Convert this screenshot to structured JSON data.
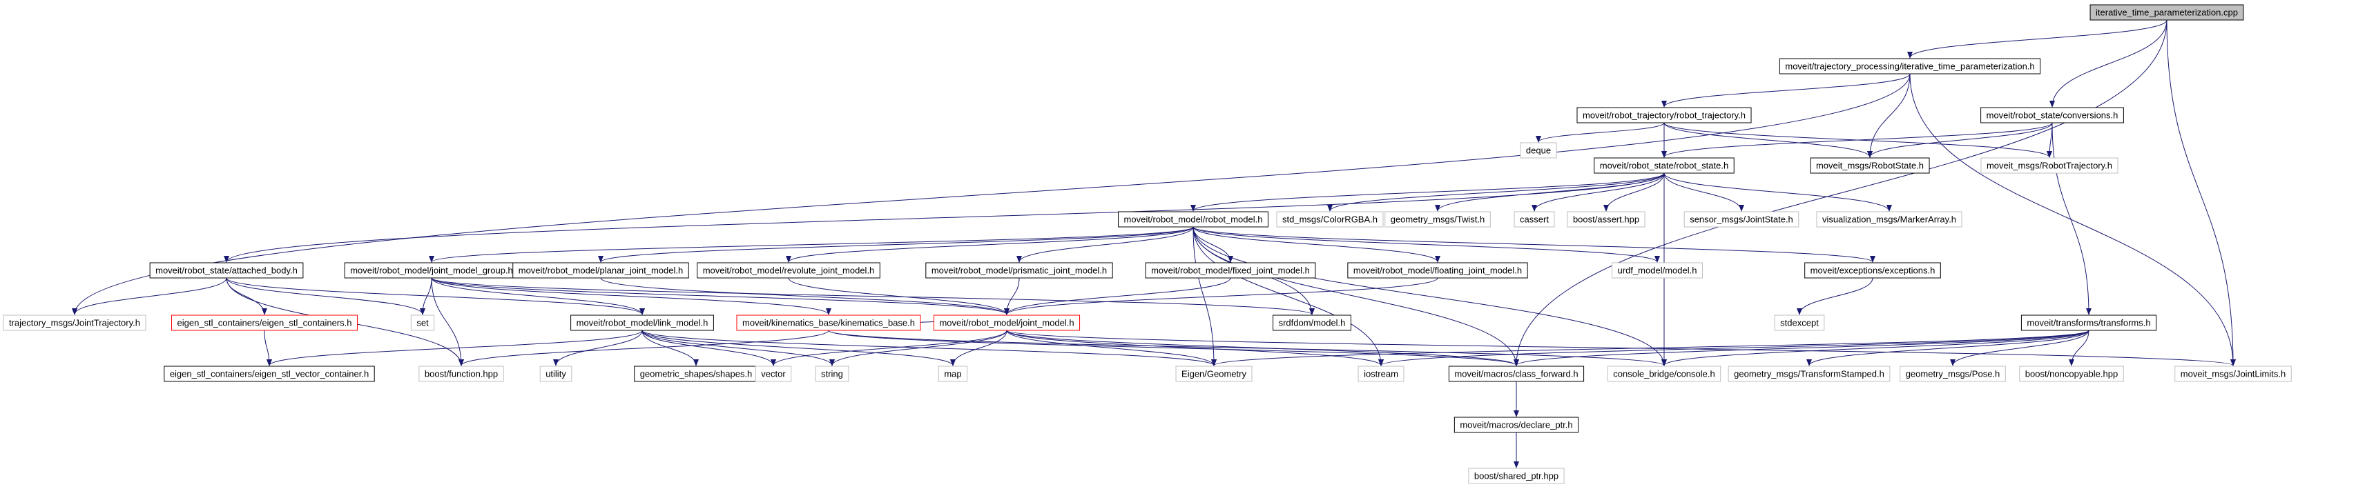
{
  "colors": {
    "root_fill": "#bfbfbf",
    "node_border": "#000000",
    "missing_border": "#bfbfbf",
    "broken_border": "#ff0000",
    "edge": "#191970",
    "text": "#000000"
  },
  "nodes": {
    "root": {
      "label": "iterative_time_parameterization.cpp",
      "kind": "root"
    },
    "itp": {
      "label": "moveit/trajectory_processing/iterative_time_parameterization.h",
      "kind": "normal"
    },
    "conv": {
      "label": "moveit/robot_state/conversions.h",
      "kind": "normal"
    },
    "rtraj": {
      "label": "moveit/robot_trajectory/robot_trajectory.h",
      "kind": "normal"
    },
    "deque": {
      "label": "deque",
      "kind": "missing"
    },
    "rstate": {
      "label": "moveit/robot_state/robot_state.h",
      "kind": "normal"
    },
    "rsmsg": {
      "label": "moveit_msgs/RobotState.h",
      "kind": "normal"
    },
    "rtmsg": {
      "label": "moveit_msgs/RobotTrajectory.h",
      "kind": "missing"
    },
    "rmodel": {
      "label": "moveit/robot_model/robot_model.h",
      "kind": "normal"
    },
    "colorrgba": {
      "label": "std_msgs/ColorRGBA.h",
      "kind": "missing"
    },
    "twist": {
      "label": "geometry_msgs/Twist.h",
      "kind": "missing"
    },
    "cassert": {
      "label": "cassert",
      "kind": "missing"
    },
    "bassert": {
      "label": "boost/assert.hpp",
      "kind": "missing"
    },
    "jstate": {
      "label": "sensor_msgs/JointState.h",
      "kind": "missing"
    },
    "marker": {
      "label": "visualization_msgs/MarkerArray.h",
      "kind": "missing"
    },
    "attached": {
      "label": "moveit/robot_state/attached_body.h",
      "kind": "normal"
    },
    "jmg": {
      "label": "moveit/robot_model/joint_model_group.h",
      "kind": "normal"
    },
    "planar": {
      "label": "moveit/robot_model/planar_joint_model.h",
      "kind": "normal"
    },
    "revolute": {
      "label": "moveit/robot_model/revolute_joint_model.h",
      "kind": "normal"
    },
    "prismatic": {
      "label": "moveit/robot_model/prismatic_joint_model.h",
      "kind": "normal"
    },
    "fixed": {
      "label": "moveit/robot_model/fixed_joint_model.h",
      "kind": "normal"
    },
    "floating": {
      "label": "moveit/robot_model/floating_joint_model.h",
      "kind": "normal"
    },
    "urdf": {
      "label": "urdf_model/model.h",
      "kind": "missing"
    },
    "exceptions": {
      "label": "moveit/exceptions/exceptions.h",
      "kind": "normal"
    },
    "stdexcept": {
      "label": "stdexcept",
      "kind": "missing"
    },
    "jtraj": {
      "label": "trajectory_msgs/JointTrajectory.h",
      "kind": "missing"
    },
    "eigencont": {
      "label": "eigen_stl_containers/eigen_stl_containers.h",
      "kind": "broken"
    },
    "set": {
      "label": "set",
      "kind": "missing"
    },
    "link": {
      "label": "moveit/robot_model/link_model.h",
      "kind": "normal"
    },
    "kinbase": {
      "label": "moveit/kinematics_base/kinematics_base.h",
      "kind": "broken"
    },
    "jmodel": {
      "label": "moveit/robot_model/joint_model.h",
      "kind": "broken"
    },
    "srdf": {
      "label": "srdfdom/model.h",
      "kind": "normal"
    },
    "transforms": {
      "label": "moveit/transforms/transforms.h",
      "kind": "normal"
    },
    "evec": {
      "label": "eigen_stl_containers/eigen_stl_vector_container.h",
      "kind": "normal"
    },
    "bfunc": {
      "label": "boost/function.hpp",
      "kind": "missing"
    },
    "utility": {
      "label": "utility",
      "kind": "missing"
    },
    "shapes": {
      "label": "geometric_shapes/shapes.h",
      "kind": "normal"
    },
    "vector": {
      "label": "vector",
      "kind": "missing"
    },
    "string": {
      "label": "string",
      "kind": "missing"
    },
    "map": {
      "label": "map",
      "kind": "missing"
    },
    "eigengeo": {
      "label": "Eigen/Geometry",
      "kind": "missing"
    },
    "iostream": {
      "label": "iostream",
      "kind": "missing"
    },
    "classfwd": {
      "label": "moveit/macros/class_forward.h",
      "kind": "normal"
    },
    "console": {
      "label": "console_bridge/console.h",
      "kind": "missing"
    },
    "tfstamped": {
      "label": "geometry_msgs/TransformStamped.h",
      "kind": "missing"
    },
    "pose": {
      "label": "geometry_msgs/Pose.h",
      "kind": "missing"
    },
    "noncopy": {
      "label": "boost/noncopyable.hpp",
      "kind": "missing"
    },
    "jlimits": {
      "label": "moveit_msgs/JointLimits.h",
      "kind": "missing"
    },
    "declptr": {
      "label": "moveit/macros/declare_ptr.h",
      "kind": "normal"
    },
    "sharedptr": {
      "label": "boost/shared_ptr.hpp",
      "kind": "missing"
    }
  },
  "edges": [
    [
      "root",
      "itp"
    ],
    [
      "root",
      "conv"
    ],
    [
      "root",
      "classfwd"
    ],
    [
      "root",
      "jlimits"
    ],
    [
      "itp",
      "rtraj"
    ],
    [
      "itp",
      "rsmsg"
    ],
    [
      "itp",
      "jtraj"
    ],
    [
      "itp",
      "jlimits"
    ],
    [
      "conv",
      "rstate"
    ],
    [
      "conv",
      "rsmsg"
    ],
    [
      "conv",
      "rtmsg"
    ],
    [
      "conv",
      "transforms"
    ],
    [
      "rtraj",
      "deque"
    ],
    [
      "rtraj",
      "rstate"
    ],
    [
      "rtraj",
      "rsmsg"
    ],
    [
      "rtraj",
      "rtmsg"
    ],
    [
      "rtraj",
      "console"
    ],
    [
      "rstate",
      "rmodel"
    ],
    [
      "rstate",
      "attached"
    ],
    [
      "rstate",
      "colorrgba"
    ],
    [
      "rstate",
      "twist"
    ],
    [
      "rstate",
      "cassert"
    ],
    [
      "rstate",
      "bassert"
    ],
    [
      "rstate",
      "jstate"
    ],
    [
      "rstate",
      "marker"
    ],
    [
      "rmodel",
      "jmg"
    ],
    [
      "rmodel",
      "planar"
    ],
    [
      "rmodel",
      "revolute"
    ],
    [
      "rmodel",
      "prismatic"
    ],
    [
      "rmodel",
      "fixed"
    ],
    [
      "rmodel",
      "floating"
    ],
    [
      "rmodel",
      "urdf"
    ],
    [
      "rmodel",
      "exceptions"
    ],
    [
      "rmodel",
      "srdf"
    ],
    [
      "rmodel",
      "eigengeo"
    ],
    [
      "rmodel",
      "console"
    ],
    [
      "rmodel",
      "classfwd"
    ],
    [
      "rmodel",
      "iostream"
    ],
    [
      "attached",
      "jtraj"
    ],
    [
      "attached",
      "eigencont"
    ],
    [
      "attached",
      "set"
    ],
    [
      "attached",
      "link"
    ],
    [
      "attached",
      "bfunc"
    ],
    [
      "jmg",
      "set"
    ],
    [
      "jmg",
      "link"
    ],
    [
      "jmg",
      "kinbase"
    ],
    [
      "jmg",
      "jmodel"
    ],
    [
      "jmg",
      "srdf"
    ],
    [
      "jmg",
      "bfunc"
    ],
    [
      "planar",
      "jmodel"
    ],
    [
      "revolute",
      "jmodel"
    ],
    [
      "prismatic",
      "jmodel"
    ],
    [
      "fixed",
      "jmodel"
    ],
    [
      "floating",
      "jmodel"
    ],
    [
      "exceptions",
      "stdexcept"
    ],
    [
      "eigencont",
      "evec"
    ],
    [
      "link",
      "evec"
    ],
    [
      "link",
      "utility"
    ],
    [
      "link",
      "shapes"
    ],
    [
      "link",
      "vector"
    ],
    [
      "link",
      "string"
    ],
    [
      "link",
      "map"
    ],
    [
      "link",
      "eigengeo"
    ],
    [
      "kinbase",
      "bfunc"
    ],
    [
      "kinbase",
      "jmodel"
    ],
    [
      "kinbase",
      "console"
    ],
    [
      "kinbase",
      "classfwd"
    ],
    [
      "jmodel",
      "string"
    ],
    [
      "jmodel",
      "vector"
    ],
    [
      "jmodel",
      "map"
    ],
    [
      "jmodel",
      "eigengeo"
    ],
    [
      "jmodel",
      "classfwd"
    ],
    [
      "jmodel",
      "iostream"
    ],
    [
      "jmodel",
      "jlimits"
    ],
    [
      "transforms",
      "eigengeo"
    ],
    [
      "transforms",
      "classfwd"
    ],
    [
      "transforms",
      "console"
    ],
    [
      "transforms",
      "tfstamped"
    ],
    [
      "transforms",
      "pose"
    ],
    [
      "transforms",
      "noncopy"
    ],
    [
      "transforms",
      "iostream"
    ],
    [
      "classfwd",
      "declptr"
    ],
    [
      "declptr",
      "sharedptr"
    ]
  ]
}
